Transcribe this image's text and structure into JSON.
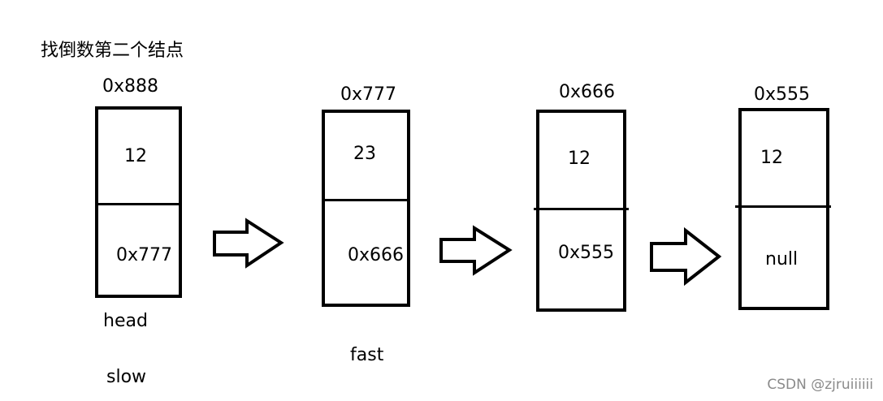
{
  "title": "找倒数第二个结点",
  "nodes": [
    {
      "address": "0x888",
      "value": "12",
      "next": "0x777"
    },
    {
      "address": "0x777",
      "value": "23",
      "next": "0x666"
    },
    {
      "address": "0x666",
      "value": "12",
      "next": "0x555"
    },
    {
      "address": "0x555",
      "value": "12",
      "next": "null"
    }
  ],
  "pointers": {
    "head": "head",
    "slow": "slow",
    "fast": "fast"
  },
  "watermark": "CSDN @zjruiiiiii"
}
